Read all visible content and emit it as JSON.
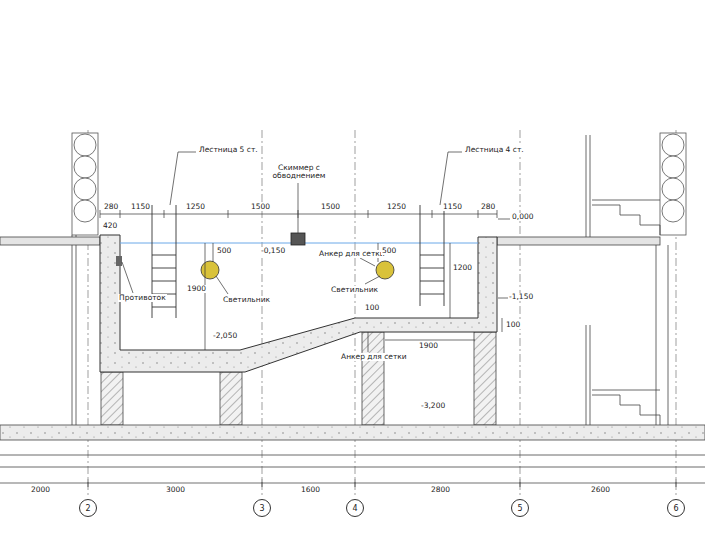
{
  "diagram": {
    "nodes": [
      {
        "text": [
          "2"
        ]
      },
      {
        "text": [
          "3"
        ]
      },
      {
        "text": [
          "4"
        ]
      },
      {
        "text": [
          "5"
        ]
      },
      {
        "text": [
          "6"
        ]
      }
    ],
    "labels": [
      "Лестница 5 ст.",
      "Скиммер с обводнением",
      "Лестница 4 ст.",
      "280",
      "1150",
      "1250",
      "1500",
      "1500",
      "1250",
      "1150",
      "280",
      "0,000",
      "-0,150",
      "420",
      "500",
      "1900",
      "Противоток",
      "Светильник",
      "-2,050",
      "Анкер для сетки",
      "500",
      "1200",
      "Светильник",
      "-1,150",
      "100",
      "100",
      "1900",
      "Анкер для сетки",
      "-3,200",
      "2000",
      "3000",
      "1600",
      "2800",
      "2600"
    ]
  }
}
